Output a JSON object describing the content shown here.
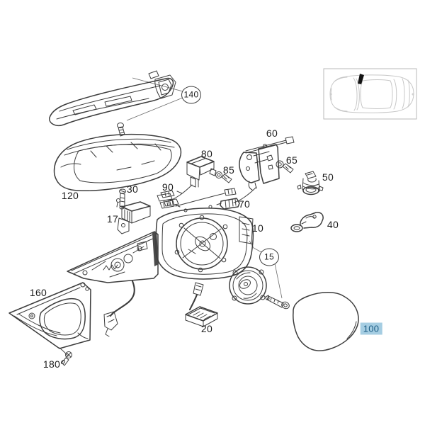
{
  "diagram": {
    "type": "exploded-parts-diagram",
    "subject": "exterior mirror assembly",
    "background": "#ffffff",
    "line_color": "#3d3d3d",
    "label_color": "#1d1d1d",
    "highlight": {
      "bg": "#a5cde2",
      "text": "#1a5c84"
    }
  },
  "car_inset": {
    "icon": "car-top-view-icon",
    "marker_icon": "driver-mirror-location-marker"
  },
  "labels": [
    {
      "part": "140",
      "style": "circled"
    },
    {
      "part": "120",
      "style": "plain"
    },
    {
      "part": "30",
      "style": "plain"
    },
    {
      "part": "90",
      "style": "plain"
    },
    {
      "part": "80",
      "style": "plain"
    },
    {
      "part": "85",
      "style": "plain"
    },
    {
      "part": "60",
      "style": "plain"
    },
    {
      "part": "65",
      "style": "plain"
    },
    {
      "part": "50",
      "style": "plain"
    },
    {
      "part": "70",
      "style": "plain"
    },
    {
      "part": "17",
      "style": "plain"
    },
    {
      "part": "10",
      "style": "plain"
    },
    {
      "part": "40",
      "style": "plain"
    },
    {
      "part": "15",
      "style": "circled"
    },
    {
      "part": "160",
      "style": "plain"
    },
    {
      "part": "20",
      "style": "plain"
    },
    {
      "part": "180",
      "style": "plain"
    },
    {
      "part": "100",
      "style": "highlighted"
    }
  ]
}
